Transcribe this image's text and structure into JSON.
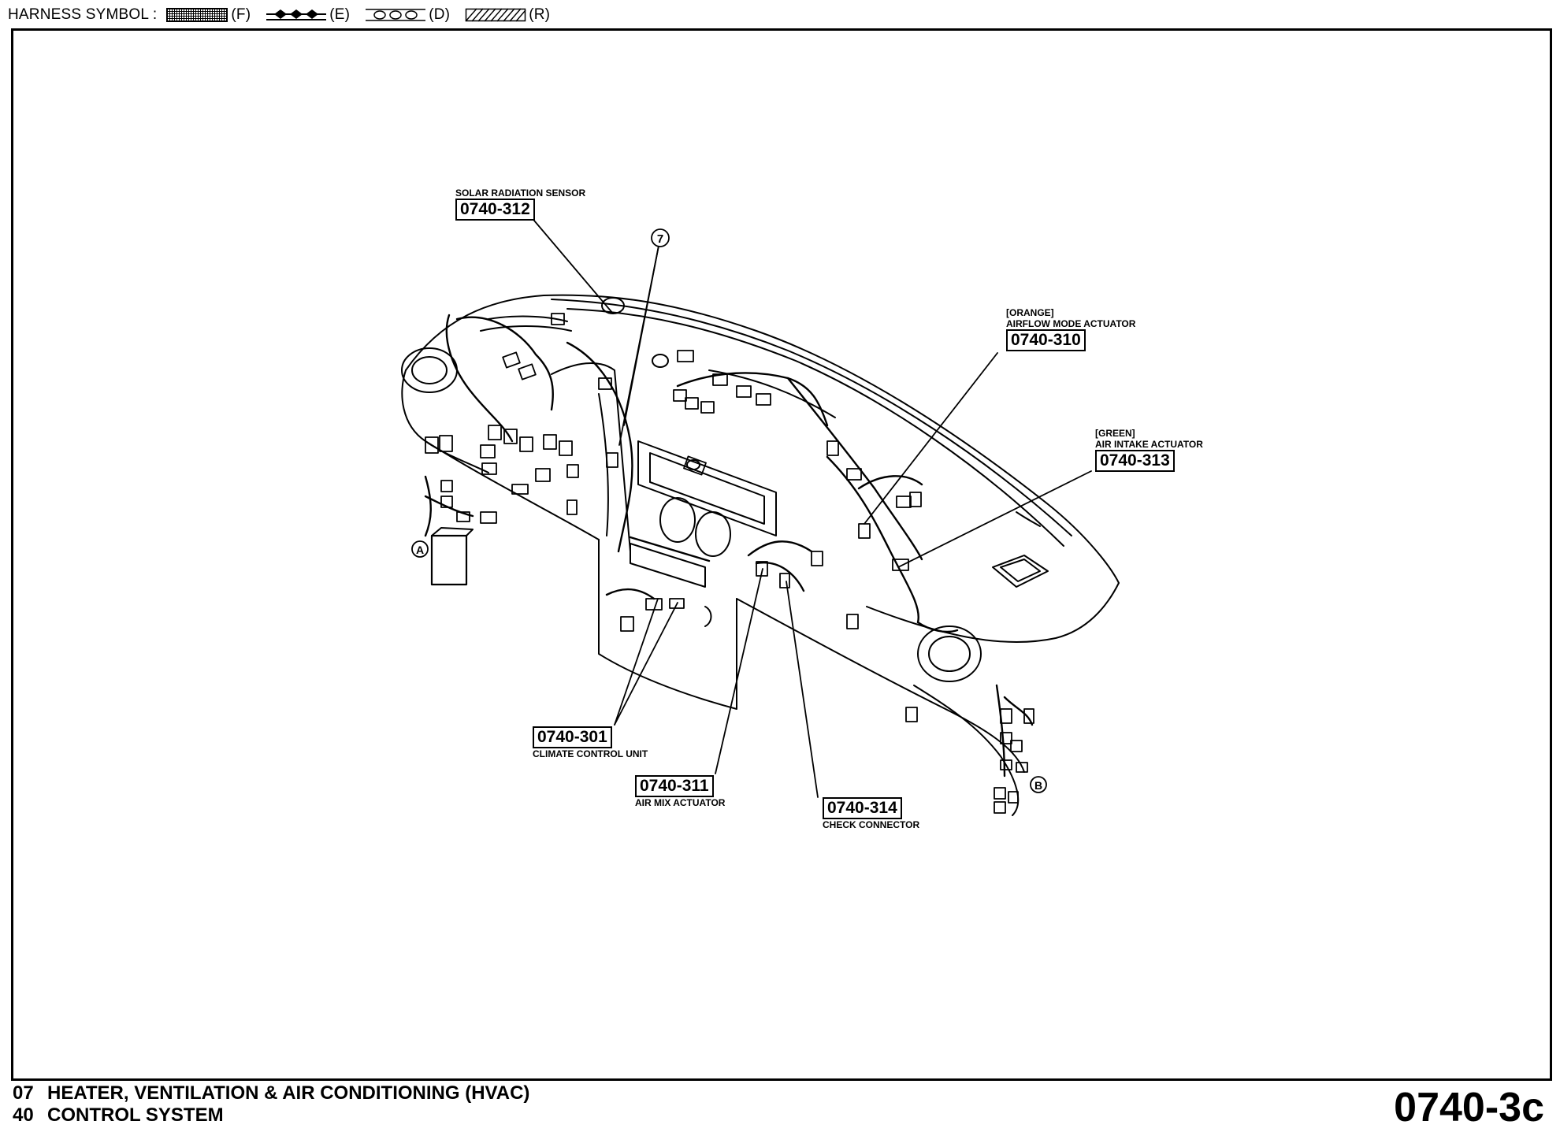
{
  "legend": {
    "title": "HARNESS SYMBOL :",
    "symbols": [
      {
        "code": "(F)"
      },
      {
        "code": "(E)"
      },
      {
        "code": "(D)"
      },
      {
        "code": "(R)"
      }
    ]
  },
  "callouts": {
    "solar": {
      "label": "SOLAR RADIATION SENSOR",
      "code": "0740-312"
    },
    "airflow": {
      "color": "[ORANGE]",
      "label": "AIRFLOW MODE ACTUATOR",
      "code": "0740-310"
    },
    "intake": {
      "color": "[GREEN]",
      "label": "AIR INTAKE ACTUATOR",
      "code": "0740-313"
    },
    "climate": {
      "code": "0740-301",
      "label": "CLIMATE CONTROL UNIT"
    },
    "airmix": {
      "code": "0740-311",
      "label": "AIR MIX ACTUATOR"
    },
    "check": {
      "code": "0740-314",
      "label": "CHECK CONNECTOR"
    }
  },
  "markers": {
    "ground": "7",
    "a": "A",
    "b": "B"
  },
  "footer": {
    "line1_num": "07",
    "line1_text": "HEATER, VENTILATION & AIR CONDITIONING (HVAC)",
    "line2_num": "40",
    "line2_text": "CONTROL SYSTEM",
    "page_code": "0740-3c"
  }
}
